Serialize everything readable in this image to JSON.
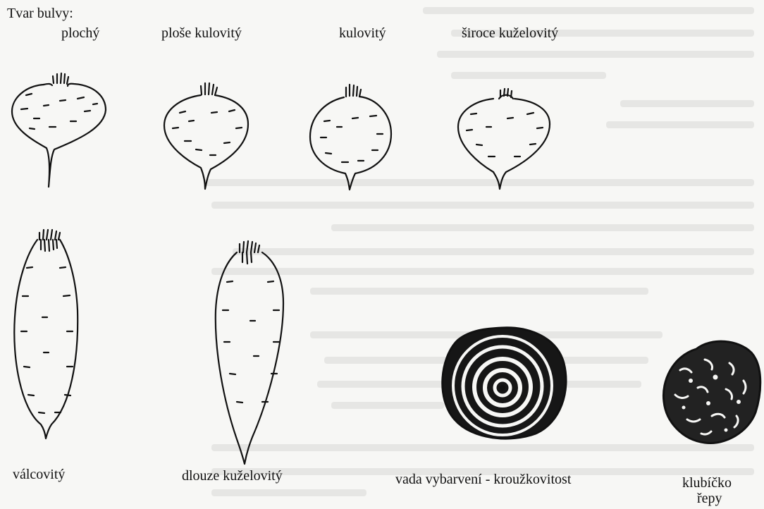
{
  "heading": "Tvar bulvy:",
  "shapes": {
    "flat": "plochý",
    "flat_round": "ploše kulovitý",
    "round": "kulovitý",
    "broad_conical": "široce kuželovitý",
    "cylindrical": "válcovitý",
    "long_conical": "dlouze kuželovitý"
  },
  "defect": "vada vybarvení - kroužkovitost",
  "seed": {
    "line1": "klubíčko",
    "line2": "řepy"
  },
  "colors": {
    "ink": "#111111",
    "background": "#f7f7f5",
    "bleed": "#d9d9d6"
  }
}
